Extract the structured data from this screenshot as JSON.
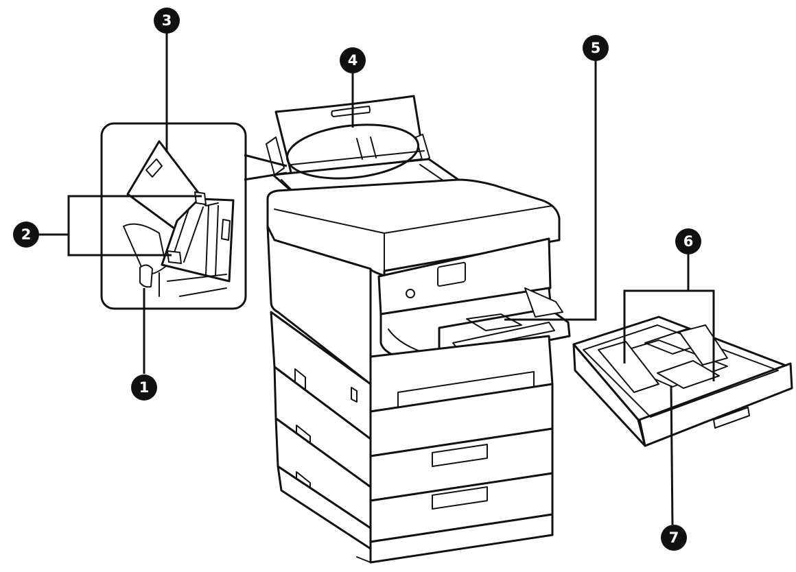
{
  "callouts": [
    {
      "id": "1",
      "label": "1"
    },
    {
      "id": "2",
      "label": "2"
    },
    {
      "id": "3",
      "label": "3"
    },
    {
      "id": "4",
      "label": "4"
    },
    {
      "id": "5",
      "label": "5"
    },
    {
      "id": "6",
      "label": "6"
    },
    {
      "id": "7",
      "label": "7"
    }
  ],
  "colors": {
    "line": "#111111",
    "background": "#ffffff",
    "badge_fill": "#111111",
    "badge_text": "#ffffff"
  }
}
